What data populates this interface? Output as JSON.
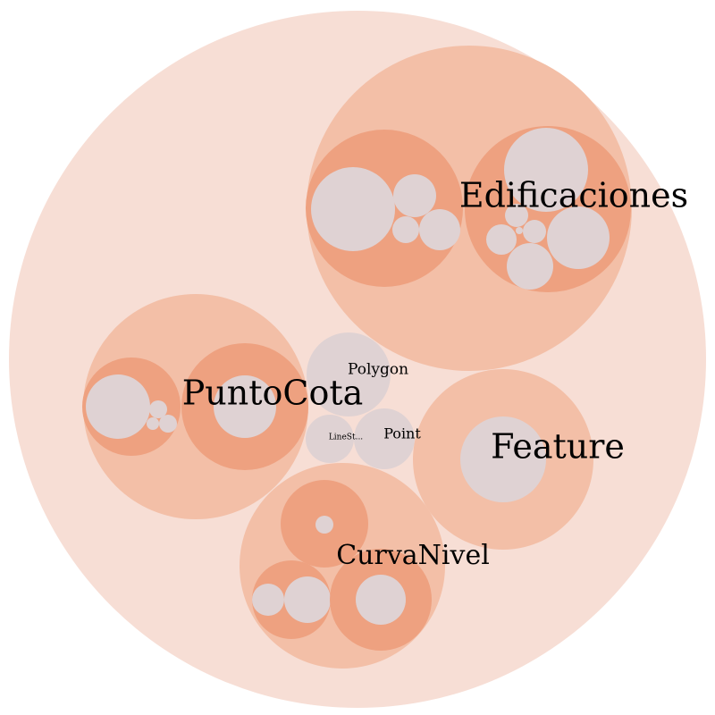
{
  "colors": {
    "depth0": "#f7ded5",
    "depth1": "#f3bfa7",
    "depth2": "#eea180",
    "leaf": "#dfd2d3"
  },
  "labels": {
    "edificaciones": "Edificaciones",
    "puntocota": "PuntoCota",
    "feature": "Feature",
    "curvanivel": "CurvaNivel",
    "polygon": "Polygon",
    "point": "Point",
    "linestring": "LineSt..."
  }
}
